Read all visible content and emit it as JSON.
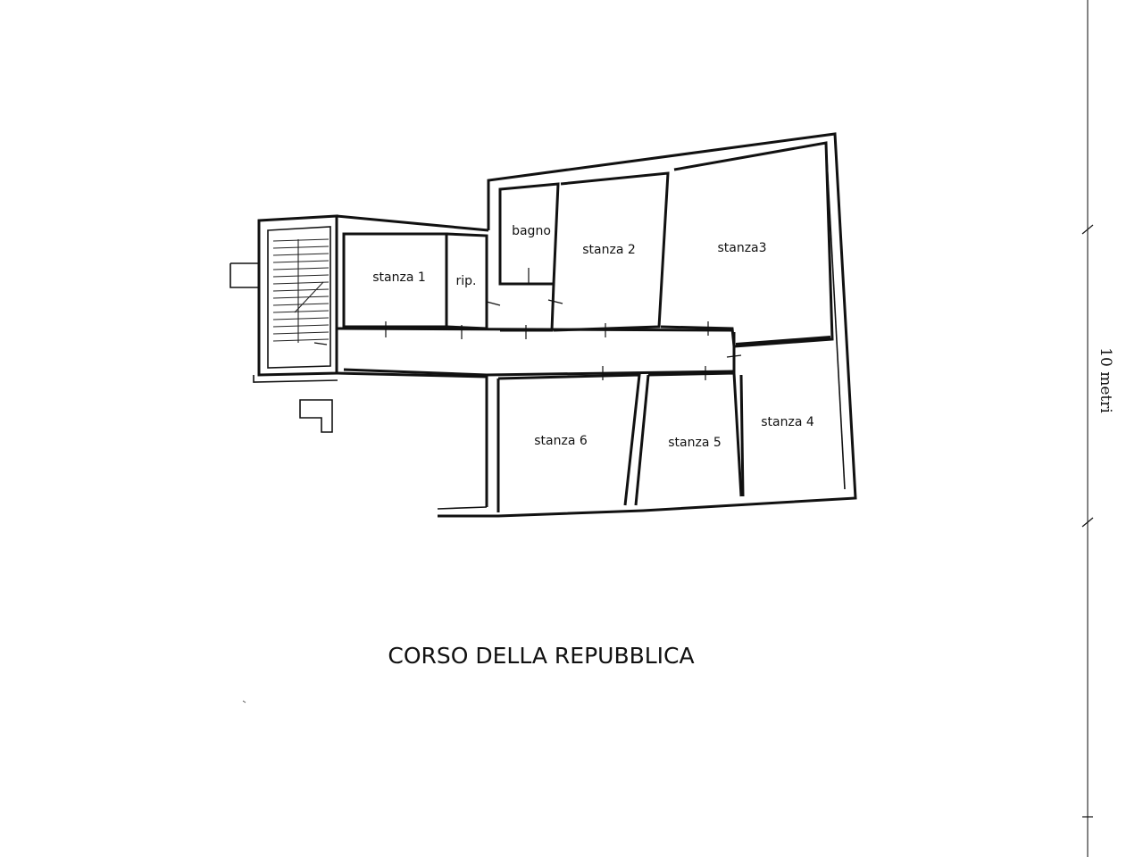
{
  "rooms": {
    "stanza_1": "stanza 1",
    "ripostiglio": "rip.",
    "bagno": "bagno",
    "stanza_2": "stanza 2",
    "stanza_3": "stanza3",
    "stanza_4": "stanza 4",
    "stanza_5": "stanza 5",
    "stanza_6": "stanza 6"
  },
  "street": "CORSO DELLA REPUBBLICA",
  "scale": {
    "label": "10 metri"
  }
}
